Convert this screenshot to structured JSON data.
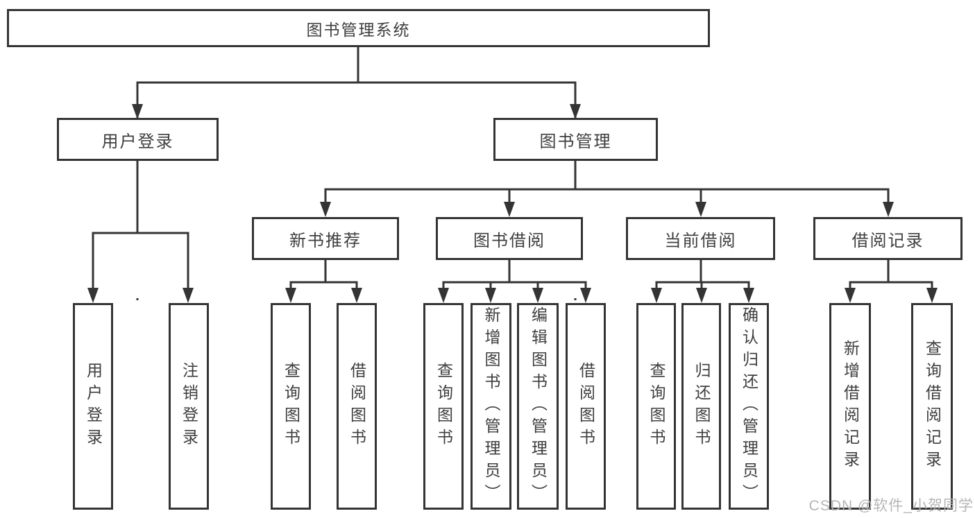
{
  "diagram": {
    "root": {
      "label": "图书管理系统"
    },
    "level2": [
      {
        "label": "用户登录"
      },
      {
        "label": "图书管理"
      }
    ],
    "level3": [
      {
        "label": "新书推荐"
      },
      {
        "label": "图书借阅"
      },
      {
        "label": "当前借阅"
      },
      {
        "label": "借阅记录"
      }
    ],
    "leaves": [
      {
        "label": "用户登录",
        "parent": "用户登录"
      },
      {
        "label": "注销登录",
        "parent": "用户登录"
      },
      {
        "label": "查询图书",
        "parent": "新书推荐"
      },
      {
        "label": "借阅图书",
        "parent": "新书推荐"
      },
      {
        "label": "查询图书",
        "parent": "图书借阅"
      },
      {
        "label": "新增图书（管理员）",
        "parent": "图书借阅"
      },
      {
        "label": "编辑图书（管理员）",
        "parent": "图书借阅"
      },
      {
        "label": "借阅图书",
        "parent": "图书借阅"
      },
      {
        "label": "查询图书",
        "parent": "当前借阅"
      },
      {
        "label": "归还图书",
        "parent": "当前借阅"
      },
      {
        "label": "确认归还（管理员）",
        "parent": "当前借阅"
      },
      {
        "label": "新增借阅记录",
        "parent": "借阅记录"
      },
      {
        "label": "查询借阅记录",
        "parent": "借阅记录"
      }
    ]
  },
  "watermark": "CSDN @软件_小贺同学",
  "colors": {
    "line": "#343434",
    "text": "#3e3e3e",
    "watermark": "#b5b5b5",
    "background": "#ffffff"
  }
}
